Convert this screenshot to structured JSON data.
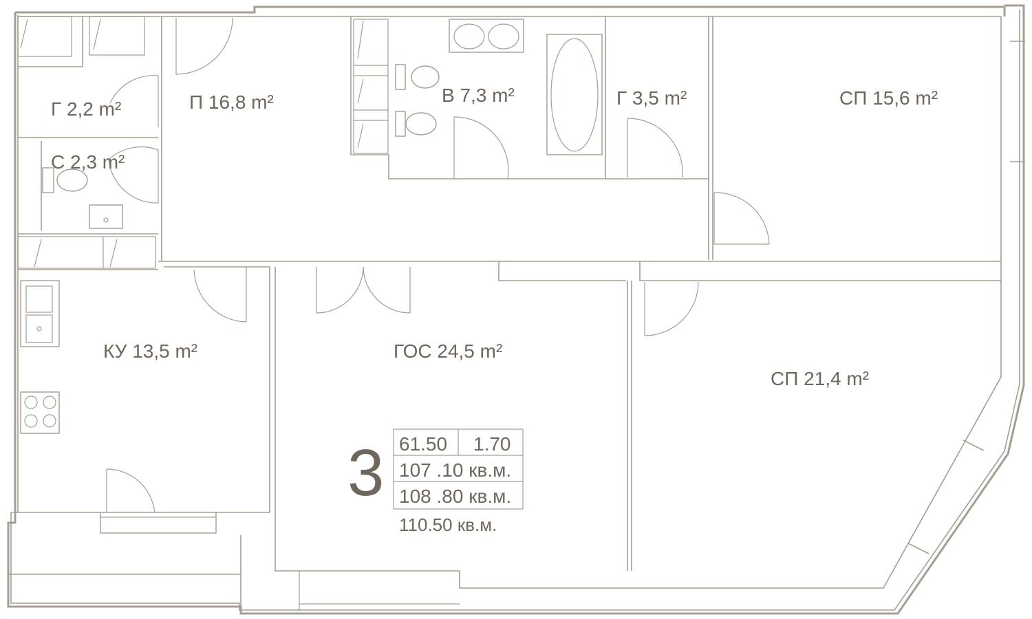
{
  "rooms": [
    {
      "key": "hall",
      "label": "П  16,8  m²"
    },
    {
      "key": "wardrobe1",
      "label": "Г  2,2  m²"
    },
    {
      "key": "wc",
      "label": "С  2,3  m²"
    },
    {
      "key": "bath",
      "label": "В  7,3  m²"
    },
    {
      "key": "wardrobe2",
      "label": "Г  3,5  m²"
    },
    {
      "key": "bedroom1",
      "label": "СП  15,6  m²"
    },
    {
      "key": "kitchen",
      "label": "КУ  13,5  m²"
    },
    {
      "key": "living",
      "label": "ГОС  24,5  m²"
    },
    {
      "key": "bedroom2",
      "label": "СП  21,4  m²"
    }
  ],
  "apartment": {
    "rooms_count": "3",
    "living_area": "61.50",
    "ceiling": "1.70",
    "area_total": "107 .10 кв.м.",
    "area_with_loggia": "108 .80 кв.м.",
    "area_full": "110.50 кв.м."
  },
  "colors": {
    "line": "#a69d92",
    "text": "#6f665c",
    "background": "#ffffff"
  }
}
